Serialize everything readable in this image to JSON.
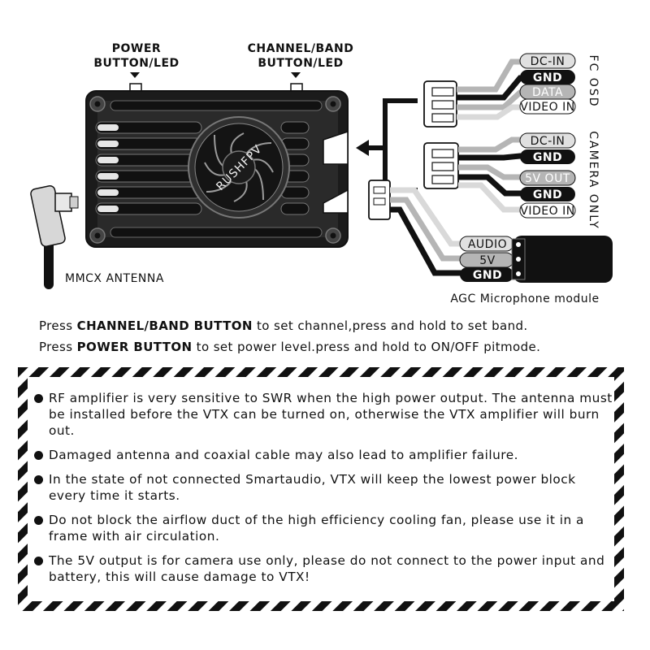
{
  "labels": {
    "power_button": [
      "POWER",
      "BUTTON/LED"
    ],
    "channel_button": [
      "CHANNEL/BAND",
      "BUTTON/LED"
    ],
    "brand": "RUSHFPV",
    "antenna": "MMCX ANTENNA",
    "fc_osd": "FC OSD",
    "camera_only": "CAMERA ONLY",
    "mic_module": "AGC Microphone module"
  },
  "fc_osd_pins": [
    "DC-IN",
    "GND",
    "DATA",
    "VIDEO IN"
  ],
  "camera_pins": [
    "DC-IN",
    "GND",
    "5V OUT",
    "GND",
    "VIDEO IN"
  ],
  "mic_pins": [
    "AUDIO",
    "5V",
    "GND"
  ],
  "instructions": [
    {
      "pre": "Press ",
      "bold": "CHANNEL/BAND BUTTON",
      "post": " to set channel,press and hold to set band."
    },
    {
      "pre": "Press ",
      "bold": "POWER BUTTON",
      "post": " to set power level.press and hold to ON/OFF pitmode."
    }
  ],
  "warnings": [
    "RF amplifier is very sensitive to SWR when the high power output. The antenna must be installed before the VTX can be turned on, otherwise the VTX amplifier will burn out.",
    "Damaged antenna and coaxial cable may also lead to amplifier failure.",
    "In the state of not connected Smartaudio, VTX will keep the lowest power block every time it starts.",
    "Do not block the airflow duct of the high efficiency cooling fan, please use it in a frame with air circulation.",
    "The 5V output is for camera use only, please do not connect to the power input and battery, this will cause damage to VTX!"
  ],
  "colors": {
    "ink": "#111111",
    "gray": "#b5b5b5",
    "light": "#e6e6e6"
  }
}
